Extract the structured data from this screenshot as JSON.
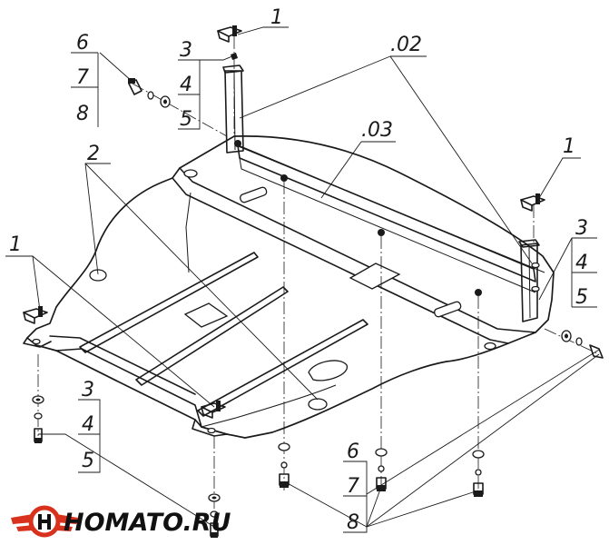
{
  "drawing": {
    "callouts": {
      "bracket_top": "1",
      "bracket_right": "1",
      "bracket_left": "1",
      "stiffener_rails": "2",
      "set_top_3": "3",
      "set_top_4": "4",
      "set_top_5": "5",
      "set_right_3": "3",
      "set_right_4": "4",
      "set_right_5": "5",
      "set_left_3": "3",
      "set_left_4": "4",
      "set_left_5": "5",
      "set_tl_6": "6",
      "set_tl_7": "7",
      "set_tl_8": "8",
      "set_bottom_6": "6",
      "set_bottom_7": "7",
      "set_bottom_8": "8",
      "part_02": ".02",
      "part_03": ".03"
    }
  },
  "logo": {
    "text": "HOMATO.RU",
    "colors": {
      "ring": "#d8321e",
      "wings": "#d8321e",
      "letter": "#111111"
    }
  }
}
